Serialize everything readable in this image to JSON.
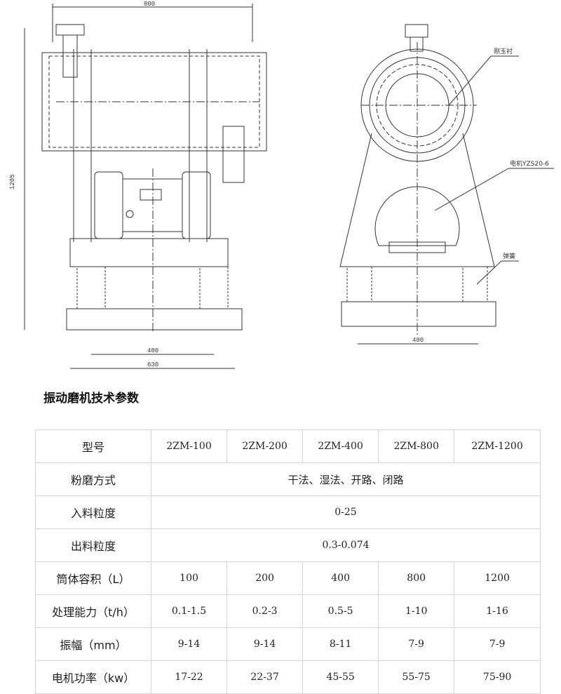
{
  "drawing": {
    "dims": {
      "width_top": "800",
      "height_left": "1205",
      "base_inner_left": "480",
      "base_outer_left": "630",
      "base_inner_right": "480"
    },
    "callouts": {
      "lining": "刚玉衬",
      "motor": "电机YZS20-6",
      "spring": "弹簧"
    }
  },
  "title": "振动磨机技术参数",
  "table": {
    "rows": [
      {
        "label": "型号",
        "cells": [
          "2ZM-100",
          "2ZM-200",
          "2ZM-400",
          "2ZM-800",
          "2ZM-1200"
        ]
      },
      {
        "label": "粉磨方式",
        "span": "干法、湿法、开路、闭路"
      },
      {
        "label": "入料粒度",
        "span": "0-25"
      },
      {
        "label": "出料粒度",
        "span": "0.3-0.074"
      },
      {
        "label": "筒体容积（L）",
        "cells": [
          "100",
          "200",
          "400",
          "800",
          "1200"
        ]
      },
      {
        "label": "处理能力（t/h）",
        "cells": [
          "0.1-1.5",
          "0.2-3",
          "0.5-5",
          "1-10",
          "1-16"
        ]
      },
      {
        "label": "振幅（mm）",
        "cells": [
          "9-14",
          "9-14",
          "8-11",
          "7-9",
          "7-9"
        ]
      },
      {
        "label": "电机功率（kw）",
        "cells": [
          "17-22",
          "22-37",
          "45-55",
          "55-75",
          "75-90"
        ]
      }
    ]
  }
}
